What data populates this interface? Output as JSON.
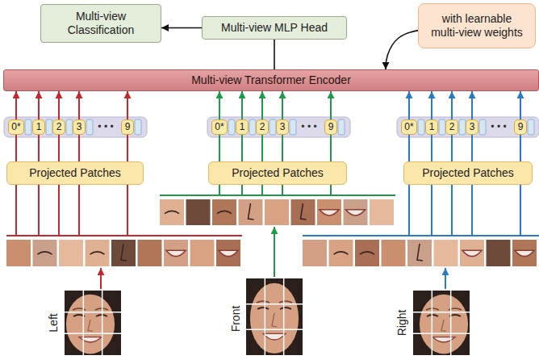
{
  "diagram": {
    "nodes": [
      {
        "text": [
          "Multi-view Classification"
        ]
      },
      {
        "text": [
          "Multi-view MLP Head"
        ]
      },
      {
        "text": [
          "with learnable multi-view weights"
        ]
      },
      {
        "text": [
          "Multi-view Transformer Encoder"
        ]
      },
      {
        "text": [
          "Projected Patches"
        ]
      },
      {
        "text": [
          "Projected Patches"
        ]
      },
      {
        "text": [
          "Projected Patches"
        ]
      }
    ],
    "edges": [
      {
        "from": 1,
        "to": 0,
        "arrow": "to"
      },
      {
        "from": 3,
        "to": 1,
        "arrow": "none"
      },
      {
        "from": 2,
        "to": 3,
        "arrow": "to"
      },
      {
        "from": 4,
        "to": 3,
        "arrow": "to"
      },
      {
        "from": 5,
        "to": 3,
        "arrow": "to"
      },
      {
        "from": 6,
        "to": 3,
        "arrow": "to"
      }
    ],
    "labels": [
      "0*",
      "1",
      "2",
      "3",
      "• • •",
      "9",
      "0*",
      "1",
      "2",
      "3",
      "• • •",
      "9",
      "0*",
      "1",
      "2",
      "3",
      "• • •",
      "9",
      "Left",
      "Front",
      "Right"
    ]
  }
}
